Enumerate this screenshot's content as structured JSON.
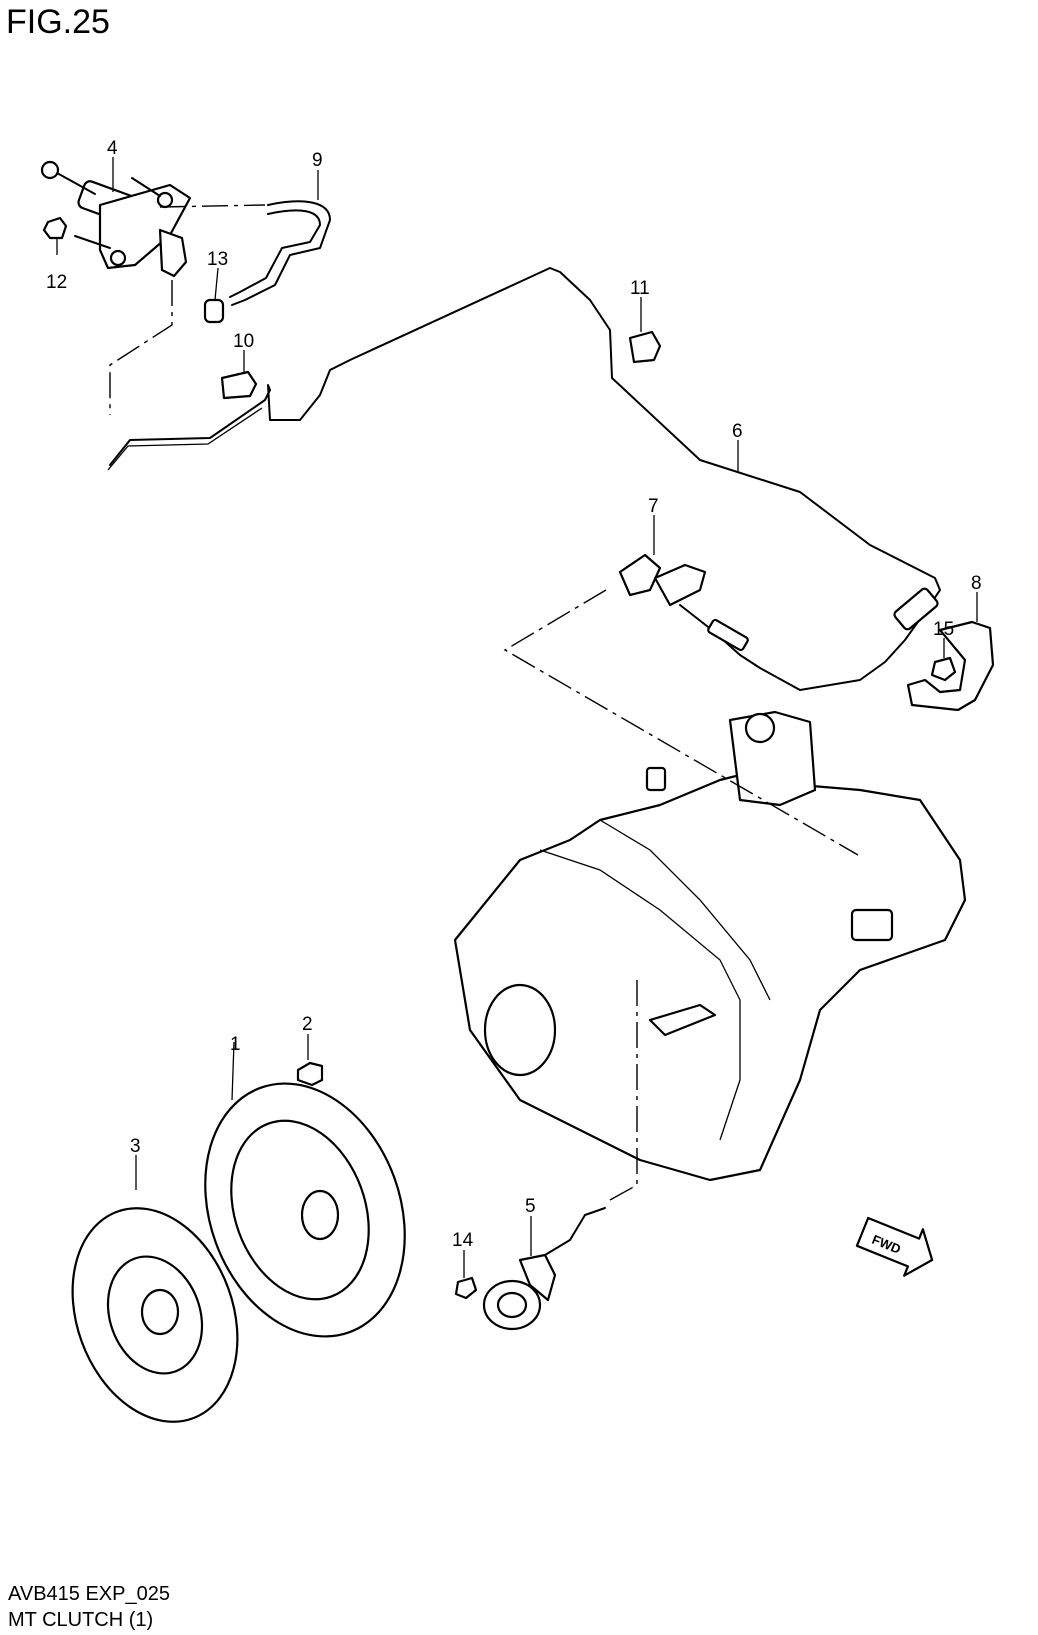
{
  "figure": {
    "title": "FIG.25",
    "code": "AVB415 EXP_025",
    "name": "MT CLUTCH (1)"
  },
  "callouts": [
    "1",
    "2",
    "3",
    "4",
    "5",
    "6",
    "7",
    "8",
    "9",
    "10",
    "11",
    "12",
    "13",
    "14",
    "15"
  ],
  "fwd_label": "FWD",
  "colors": {
    "line": "#000000",
    "background": "#ffffff"
  }
}
